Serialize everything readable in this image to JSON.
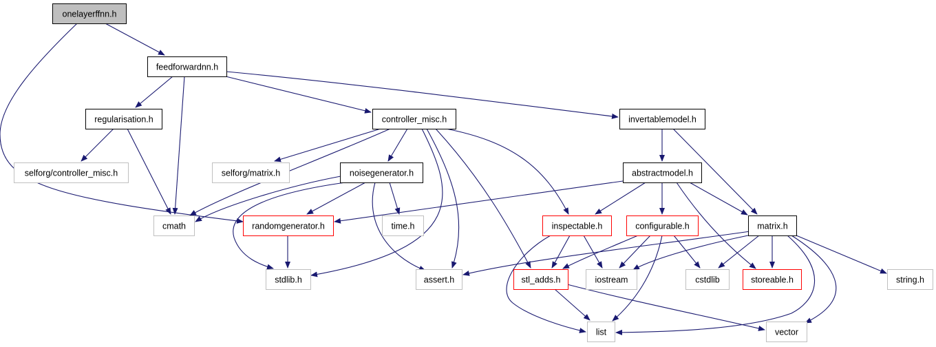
{
  "colors": {
    "edge": "#191970",
    "root_fill": "#bfbfbf",
    "border_documented": "#000000",
    "border_undocumented": "#bfbfbf",
    "border_incomplete": "#ff0000"
  },
  "nodes": [
    {
      "id": "onelayerffnn",
      "label": "onelayerffnn.h",
      "style": "root"
    },
    {
      "id": "feedforwardnn",
      "label": "feedforwardnn.h",
      "style": "documented"
    },
    {
      "id": "regularisation",
      "label": "regularisation.h",
      "style": "documented"
    },
    {
      "id": "controller_misc",
      "label": "controller_misc.h",
      "style": "documented"
    },
    {
      "id": "invertablemodel",
      "label": "invertablemodel.h",
      "style": "documented"
    },
    {
      "id": "selforg_controller_misc",
      "label": "selforg/controller_misc.h",
      "style": "undocumented"
    },
    {
      "id": "selforg_matrix",
      "label": "selforg/matrix.h",
      "style": "undocumented"
    },
    {
      "id": "noisegenerator",
      "label": "noisegenerator.h",
      "style": "documented"
    },
    {
      "id": "abstractmodel",
      "label": "abstractmodel.h",
      "style": "documented"
    },
    {
      "id": "cmath",
      "label": "cmath",
      "style": "undocumented"
    },
    {
      "id": "randomgenerator",
      "label": "randomgenerator.h",
      "style": "incomplete"
    },
    {
      "id": "time",
      "label": "time.h",
      "style": "undocumented"
    },
    {
      "id": "inspectable",
      "label": "inspectable.h",
      "style": "incomplete"
    },
    {
      "id": "configurable",
      "label": "configurable.h",
      "style": "incomplete"
    },
    {
      "id": "matrix",
      "label": "matrix.h",
      "style": "documented"
    },
    {
      "id": "stdlib",
      "label": "stdlib.h",
      "style": "undocumented"
    },
    {
      "id": "assert",
      "label": "assert.h",
      "style": "undocumented"
    },
    {
      "id": "stl_adds",
      "label": "stl_adds.h",
      "style": "incomplete"
    },
    {
      "id": "iostream",
      "label": "iostream",
      "style": "undocumented"
    },
    {
      "id": "cstdlib",
      "label": "cstdlib",
      "style": "undocumented"
    },
    {
      "id": "storeable",
      "label": "storeable.h",
      "style": "incomplete"
    },
    {
      "id": "string",
      "label": "string.h",
      "style": "undocumented"
    },
    {
      "id": "list",
      "label": "list",
      "style": "undocumented"
    },
    {
      "id": "vector",
      "label": "vector",
      "style": "undocumented"
    }
  ],
  "edges": [
    {
      "from": "onelayerffnn",
      "to": "feedforwardnn"
    },
    {
      "from": "onelayerffnn",
      "to": "randomgenerator"
    },
    {
      "from": "feedforwardnn",
      "to": "regularisation"
    },
    {
      "from": "feedforwardnn",
      "to": "cmath"
    },
    {
      "from": "feedforwardnn",
      "to": "controller_misc"
    },
    {
      "from": "feedforwardnn",
      "to": "invertablemodel"
    },
    {
      "from": "regularisation",
      "to": "selforg_controller_misc"
    },
    {
      "from": "regularisation",
      "to": "cmath"
    },
    {
      "from": "controller_misc",
      "to": "selforg_matrix"
    },
    {
      "from": "controller_misc",
      "to": "cmath"
    },
    {
      "from": "controller_misc",
      "to": "noisegenerator"
    },
    {
      "from": "controller_misc",
      "to": "stdlib"
    },
    {
      "from": "controller_misc",
      "to": "assert"
    },
    {
      "from": "controller_misc",
      "to": "stl_adds"
    },
    {
      "from": "controller_misc",
      "to": "inspectable"
    },
    {
      "from": "noisegenerator",
      "to": "cmath"
    },
    {
      "from": "noisegenerator",
      "to": "randomgenerator"
    },
    {
      "from": "noisegenerator",
      "to": "time"
    },
    {
      "from": "noisegenerator",
      "to": "stdlib"
    },
    {
      "from": "noisegenerator",
      "to": "assert"
    },
    {
      "from": "randomgenerator",
      "to": "stdlib"
    },
    {
      "from": "invertablemodel",
      "to": "abstractmodel"
    },
    {
      "from": "invertablemodel",
      "to": "matrix"
    },
    {
      "from": "abstractmodel",
      "to": "randomgenerator"
    },
    {
      "from": "abstractmodel",
      "to": "inspectable"
    },
    {
      "from": "abstractmodel",
      "to": "configurable"
    },
    {
      "from": "abstractmodel",
      "to": "matrix"
    },
    {
      "from": "abstractmodel",
      "to": "storeable"
    },
    {
      "from": "inspectable",
      "to": "stl_adds"
    },
    {
      "from": "inspectable",
      "to": "iostream"
    },
    {
      "from": "inspectable",
      "to": "list"
    },
    {
      "from": "configurable",
      "to": "stl_adds"
    },
    {
      "from": "configurable",
      "to": "iostream"
    },
    {
      "from": "configurable",
      "to": "cstdlib"
    },
    {
      "from": "configurable",
      "to": "list"
    },
    {
      "from": "matrix",
      "to": "assert"
    },
    {
      "from": "matrix",
      "to": "iostream"
    },
    {
      "from": "matrix",
      "to": "cstdlib"
    },
    {
      "from": "matrix",
      "to": "storeable"
    },
    {
      "from": "matrix",
      "to": "string"
    },
    {
      "from": "matrix",
      "to": "list"
    },
    {
      "from": "matrix",
      "to": "vector"
    },
    {
      "from": "stl_adds",
      "to": "list"
    },
    {
      "from": "stl_adds",
      "to": "vector"
    }
  ]
}
